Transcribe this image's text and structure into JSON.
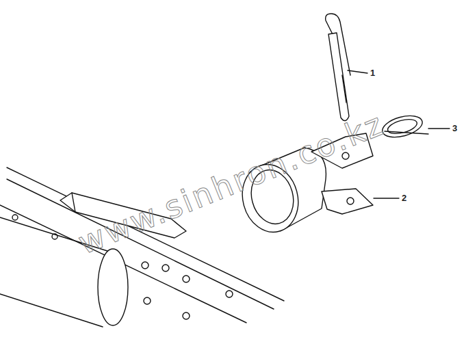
{
  "diagram": {
    "labels": [
      "1",
      "2",
      "3",
      "www.sinhron.co.kz"
    ]
  }
}
